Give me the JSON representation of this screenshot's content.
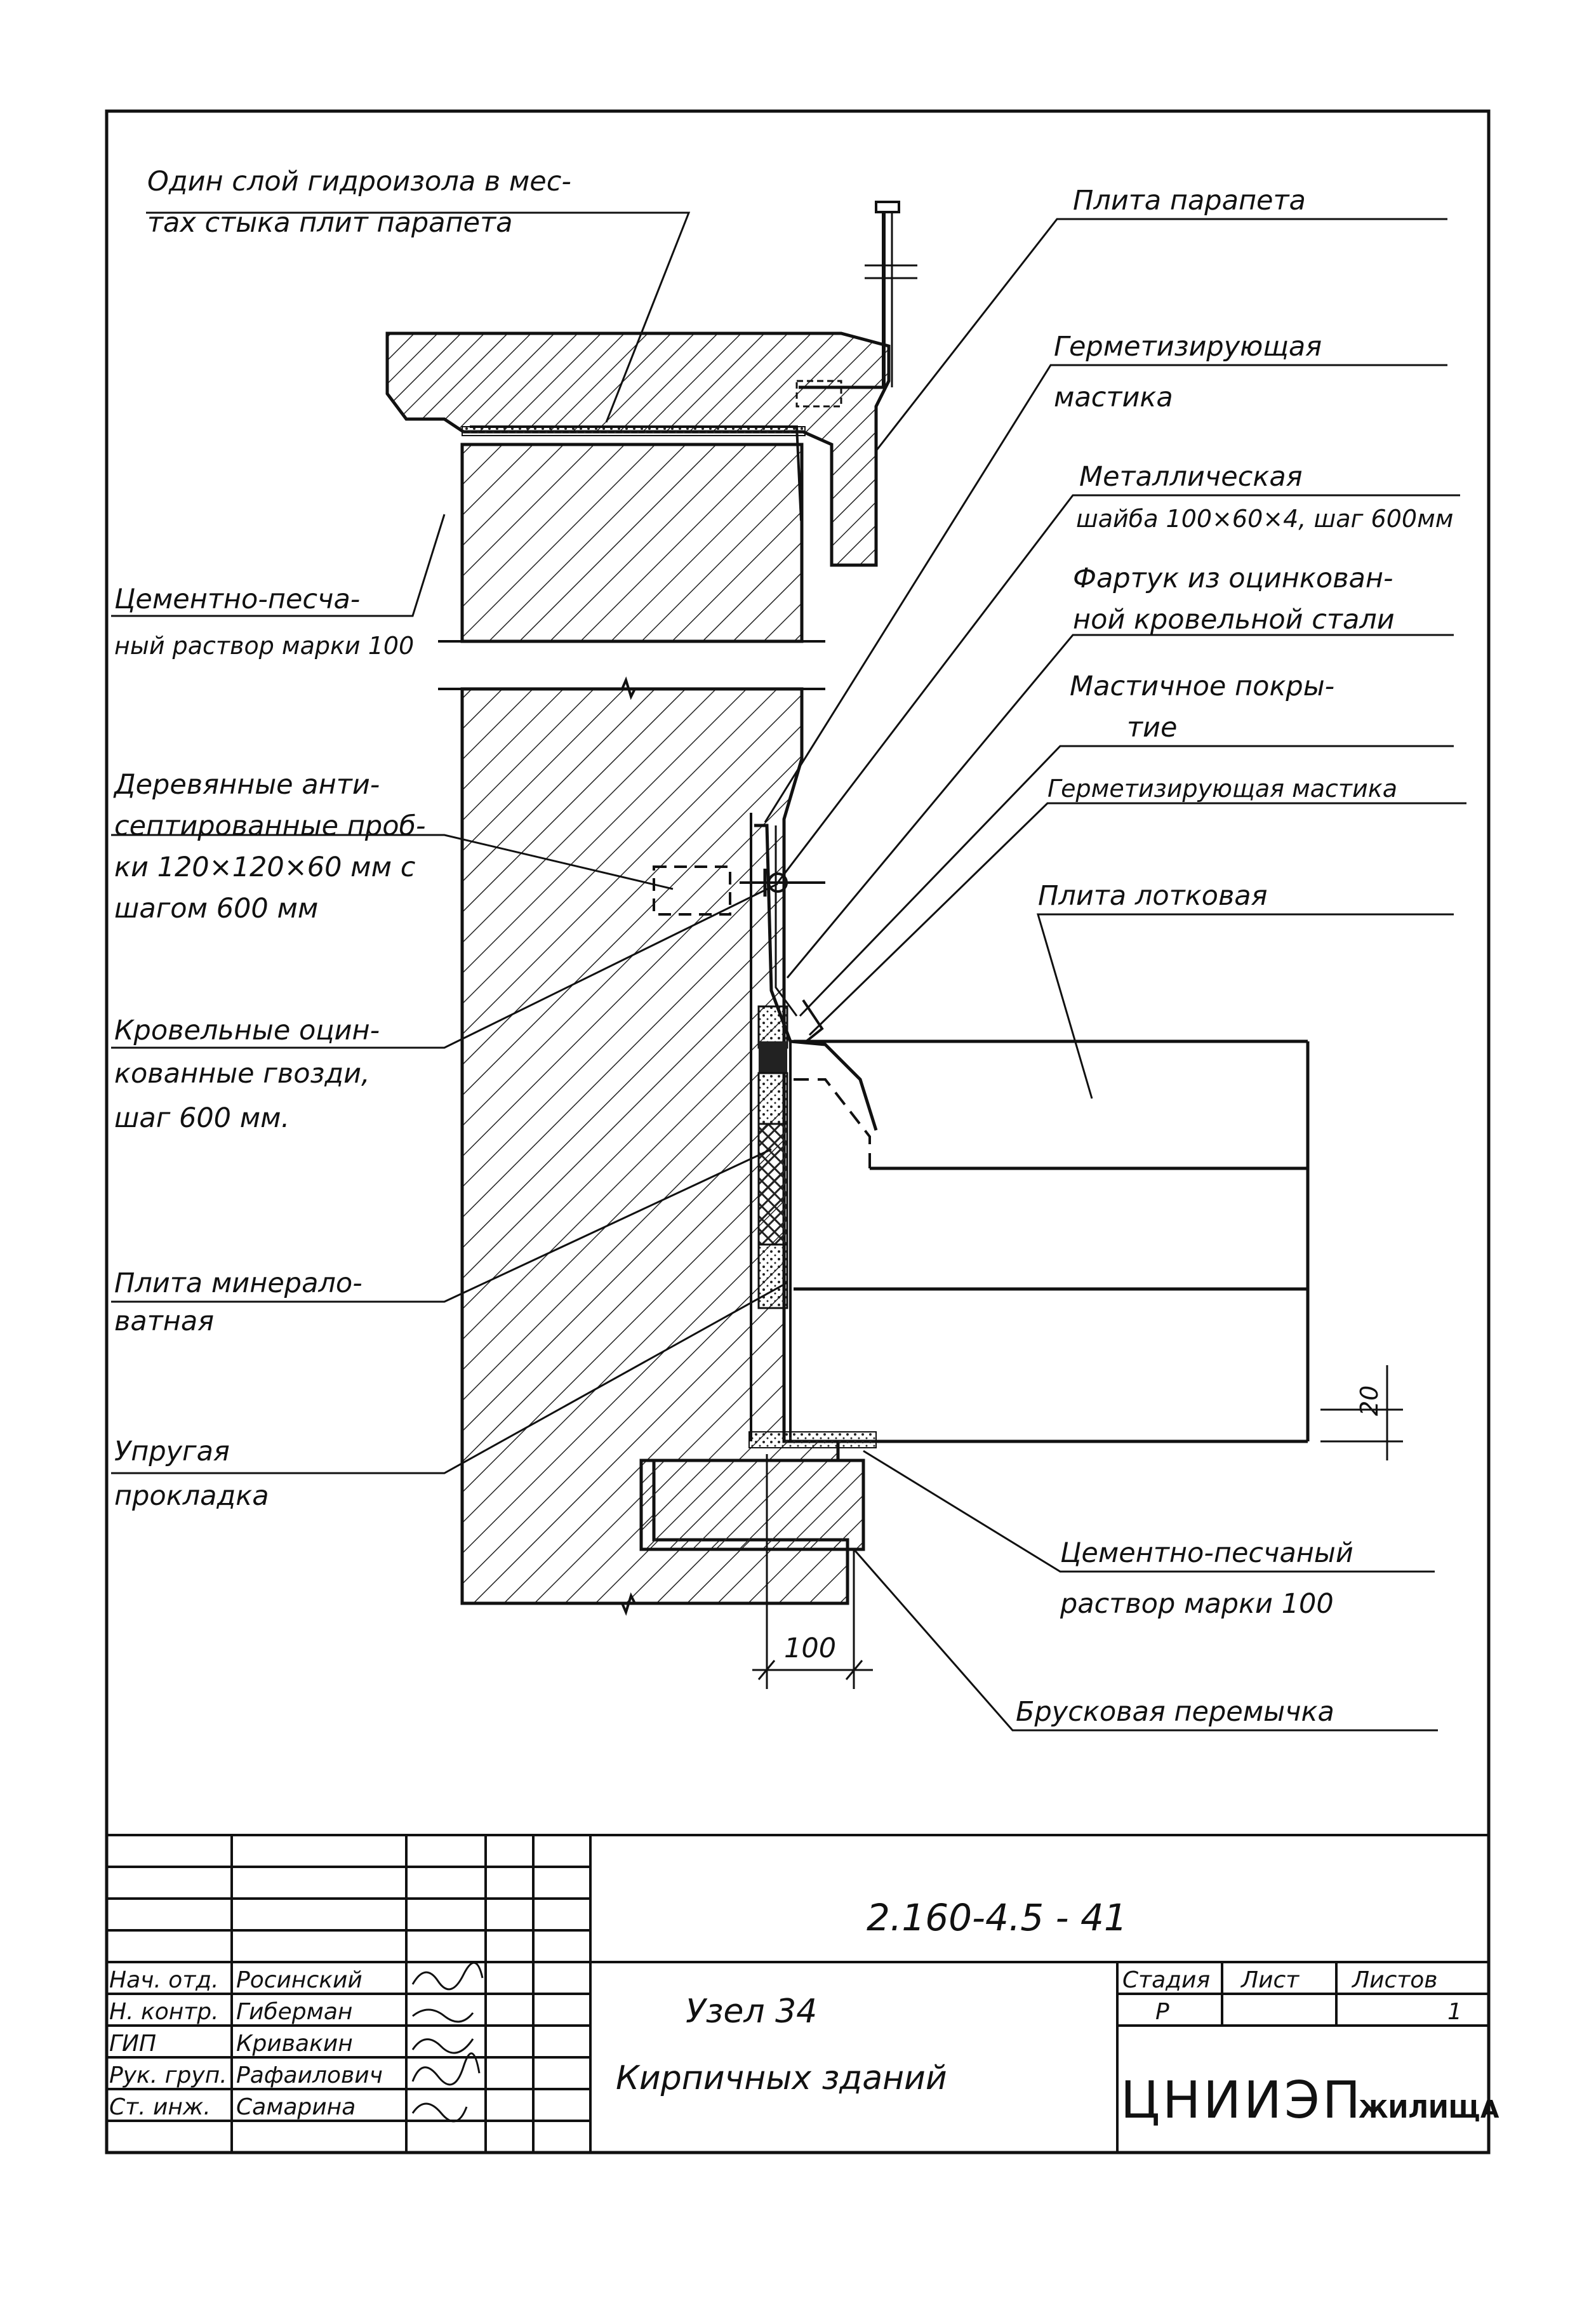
{
  "labels": {
    "l1_line1": "Один слой гидроизола в мес-",
    "l1_line2": "тах стыка плит парапета",
    "l2_line1": "Цементно-песча-",
    "l2_line2": "ный раствор марки 100",
    "l3_line1": "Деревянные анти-",
    "l3_line2": "септированные проб-",
    "l3_line3": "ки 120×120×60 мм с",
    "l3_line4": "шагом 600 мм",
    "l4_line1": "Кровельные оцин-",
    "l4_line2": "кованные гвозди,",
    "l4_line3": "шаг 600 мм.",
    "l5_line1": "Плита минерало-",
    "l5_line2": "ватная",
    "l6_line1": "Упругая",
    "l6_line2": "прокладка",
    "r1": "Плита парапета",
    "r2_line1": "Герметизирующая",
    "r2_line2": "мастика",
    "r3_line1": "Металлическая",
    "r3_line2": "шайба 100×60×4, шаг 600мм",
    "r4_line1": "Фартук из оцинкован-",
    "r4_line2": "ной кровельной стали",
    "r5_line1": "Мастичное покры-",
    "r5_line2": "тие",
    "r6": "Герметизирующая мастика",
    "r7": "Плита лотковая",
    "r8_line1": "Цементно-песчаный",
    "r8_line2": "раствор марки 100",
    "r9": "Брусковая перемычка"
  },
  "dimensions": {
    "dim_100": "100",
    "dim_20": "20"
  },
  "title_block": {
    "doc_number": "2.160-4.5 - 41",
    "title_line1": "Узел  34",
    "title_line2": "Кирпичных зданий",
    "col_stage": "Стадия",
    "col_sheet": "Лист",
    "col_sheets": "Листов",
    "stage_value": "Р",
    "sheet_value": "",
    "sheets_value": "1",
    "org_main": "ЦНИИЭП",
    "org_sub": "ЖИЛИЩА",
    "signatures": [
      {
        "role": "Нач. отд.",
        "name": "Росинский"
      },
      {
        "role": "Н. контр.",
        "name": "Гиберман"
      },
      {
        "role": "ГИП",
        "name": "Кривакин"
      },
      {
        "role": "Рук. груп.",
        "name": "Рафаилович"
      },
      {
        "role": "Ст. инж.",
        "name": "Самарина"
      }
    ]
  }
}
